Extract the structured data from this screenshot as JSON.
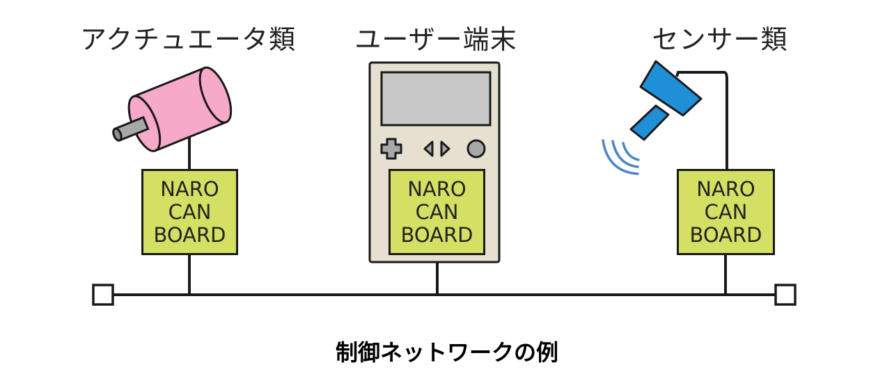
{
  "headings": {
    "actuators": "アクチュエータ類",
    "user_terminal": "ユーザー端末",
    "sensors": "センサー類"
  },
  "boards": [
    {
      "line1": "NARO",
      "line2": "CAN",
      "line3": "BOARD"
    },
    {
      "line1": "NARO",
      "line2": "CAN",
      "line3": "BOARD"
    },
    {
      "line1": "NARO",
      "line2": "CAN",
      "line3": "BOARD"
    }
  ],
  "caption": "制御ネットワークの例",
  "colors": {
    "board_fill": "#d4e064",
    "motor_fill": "#f6a9c8",
    "sensor_fill": "#1f8fd8",
    "terminal_fill": "#e6e0d1",
    "screen_fill": "#c8c8c8",
    "signal_waves": "#4a86c5",
    "line": "#1a1a1a"
  }
}
